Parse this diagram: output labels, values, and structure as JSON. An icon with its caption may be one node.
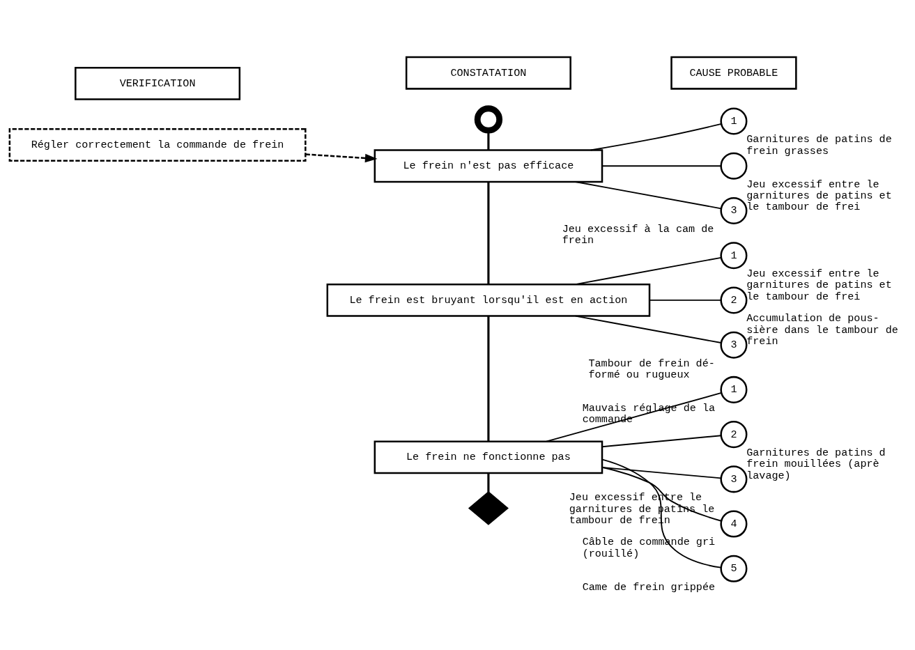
{
  "diagram": {
    "nodes": [
      {
        "text": [
          "VERIFICATION"
        ]
      },
      {
        "text": [
          "CONSTATATION"
        ]
      },
      {
        "text": [
          "CAUSE PROBABLE"
        ]
      },
      {
        "text": [],
        "shape": "circle"
      },
      {
        "text": [
          "Régler correctement la commande de frein"
        ]
      },
      {
        "text": [
          "Le frein n'est pas efficace"
        ]
      },
      {
        "text": [
          "1"
        ],
        "beside": [
          "Garnitures de patins de frein grasses"
        ]
      },
      {
        "text": [],
        "shape": "circle",
        "beside": [
          "Jeu excessif entre le garnitures de patins et le tambour de frei"
        ]
      },
      {
        "text": [
          "3"
        ],
        "beside": [
          "Jeu excessif à la cam de frein"
        ]
      },
      {
        "text": [
          "Le frein est bruyant lorsqu'il est en action"
        ]
      },
      {
        "text": [
          "1"
        ],
        "beside": [
          "Jeu excessif entre le garnitures de patins et le tambour de frei"
        ]
      },
      {
        "text": [
          "2"
        ],
        "beside": [
          "Accumulation de pous- sière dans le tambour de frein"
        ]
      },
      {
        "text": [
          "3"
        ],
        "beside": [
          "Tambour de frein dé- formé ou rugueux"
        ]
      },
      {
        "text": [
          "Le frein ne fonctionne pas"
        ]
      },
      {
        "text": [
          "1"
        ],
        "beside": [
          "Mauvais réglage de la commande"
        ]
      },
      {
        "text": [
          "2"
        ],
        "beside": [
          "Garnitures de patins d frein mouillées (aprè lavage)"
        ]
      },
      {
        "text": [
          "3"
        ],
        "beside": [
          "Jeu excessif entre le garnitures de patins le tambour de frein"
        ]
      },
      {
        "text": [
          "4"
        ],
        "beside": [
          "Câble de commande gri (rouillé)"
        ]
      },
      {
        "text": [
          "5"
        ],
        "beside": [
          "Came de frein grippée"
        ]
      },
      {
        "text": [],
        "shape": "diamond"
      }
    ],
    "edges": [
      {
        "from": 3,
        "to": 5,
        "arrow": "none"
      },
      {
        "from": 4,
        "to": 5,
        "arrow": "to",
        "style": "dashed"
      },
      {
        "from": 5,
        "to": 9,
        "arrow": "none"
      },
      {
        "from": 9,
        "to": 13,
        "arrow": "none"
      },
      {
        "from": 13,
        "to": 19,
        "arrow": "none"
      },
      {
        "from": 5,
        "to": 6,
        "arrow": "none"
      },
      {
        "from": 5,
        "to": 7,
        "arrow": "none"
      },
      {
        "from": 5,
        "to": 8,
        "arrow": "none"
      },
      {
        "from": 9,
        "to": 10,
        "arrow": "none"
      },
      {
        "from": 9,
        "to": 11,
        "arrow": "none"
      },
      {
        "from": 9,
        "to": 12,
        "arrow": "none"
      },
      {
        "from": 13,
        "to": 14,
        "arrow": "none"
      },
      {
        "from": 13,
        "to": 15,
        "arrow": "none"
      },
      {
        "from": 13,
        "to": 16,
        "arrow": "none"
      },
      {
        "from": 13,
        "to": 17,
        "arrow": "none"
      },
      {
        "from": 13,
        "to": 18,
        "arrow": "none"
      }
    ]
  }
}
